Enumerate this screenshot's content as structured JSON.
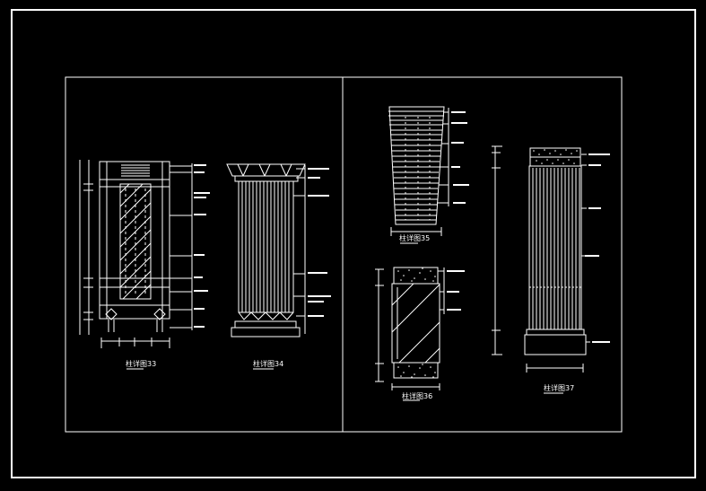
{
  "drawing": {
    "background": "#000000",
    "line_color": "#ffffff",
    "details": [
      {
        "id": "d33",
        "caption": "柱详图33"
      },
      {
        "id": "d34",
        "caption": "柱详图34"
      },
      {
        "id": "d35",
        "caption": "柱详图35"
      },
      {
        "id": "d36",
        "caption": "柱详图36"
      },
      {
        "id": "d37",
        "caption": "柱详图37"
      }
    ]
  }
}
